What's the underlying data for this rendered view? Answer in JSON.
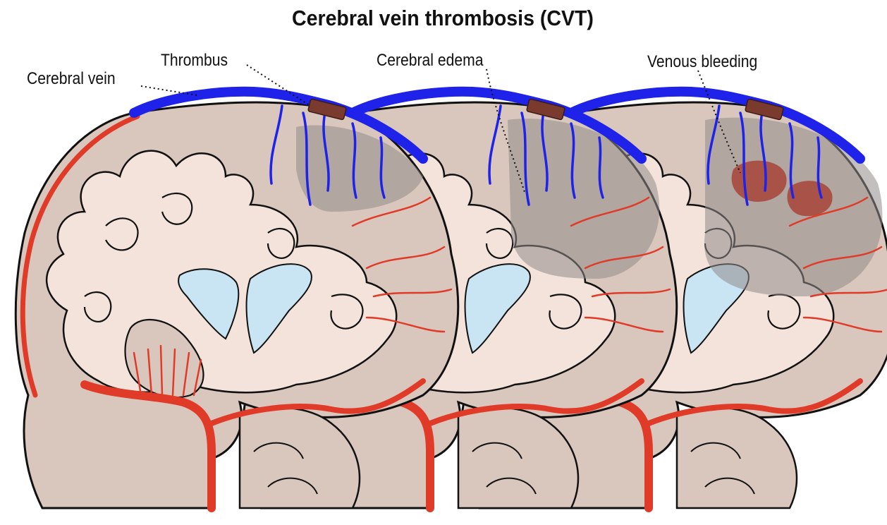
{
  "figure": {
    "title": "Cerebral vein thrombosis (CVT)",
    "labels": {
      "cerebral_vein": "Cerebral vein",
      "thrombus": "Thrombus",
      "cerebral_edema": "Cerebral edema",
      "venous_bleeding": "Venous bleeding"
    }
  },
  "colors": {
    "vein": "#1f22e8",
    "artery": "#e03b28",
    "gray_matter": "#d9c7bd",
    "white_matter": "#f3e3da",
    "ventricle": "#c9e4f3",
    "edema": "#8f8a88",
    "thrombus": "#7a3b2e",
    "bleeding": "#a84438"
  }
}
